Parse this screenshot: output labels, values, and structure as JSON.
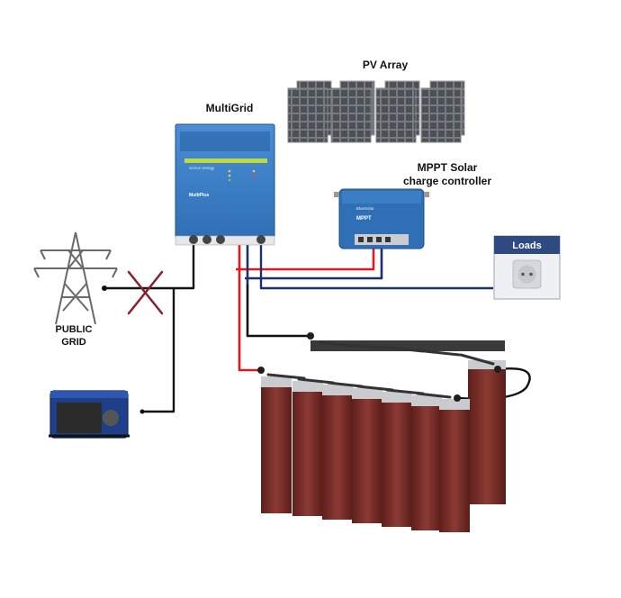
{
  "labels": {
    "pv_array": "PV Array",
    "multigrid": "MultiGrid",
    "mppt_line1": "MPPT Solar",
    "mppt_line2": "charge controller",
    "loads": "Loads",
    "public_grid_line1": "PUBLIC",
    "public_grid_line2": "GRID"
  },
  "device_text": {
    "multigrid_brand": "victron energy",
    "multigrid_model": "MultiPlus",
    "mppt_model": "MPPT",
    "mppt_brand": "BlueSolar"
  },
  "colors": {
    "positive_wire": "#e0191f",
    "negative_wire": "#1c2f6e",
    "ac_wire": "#111111",
    "victron_blue": "#2f6fb5",
    "battery_red": "#7a2a26",
    "x_mark": "#8a1d2e"
  }
}
